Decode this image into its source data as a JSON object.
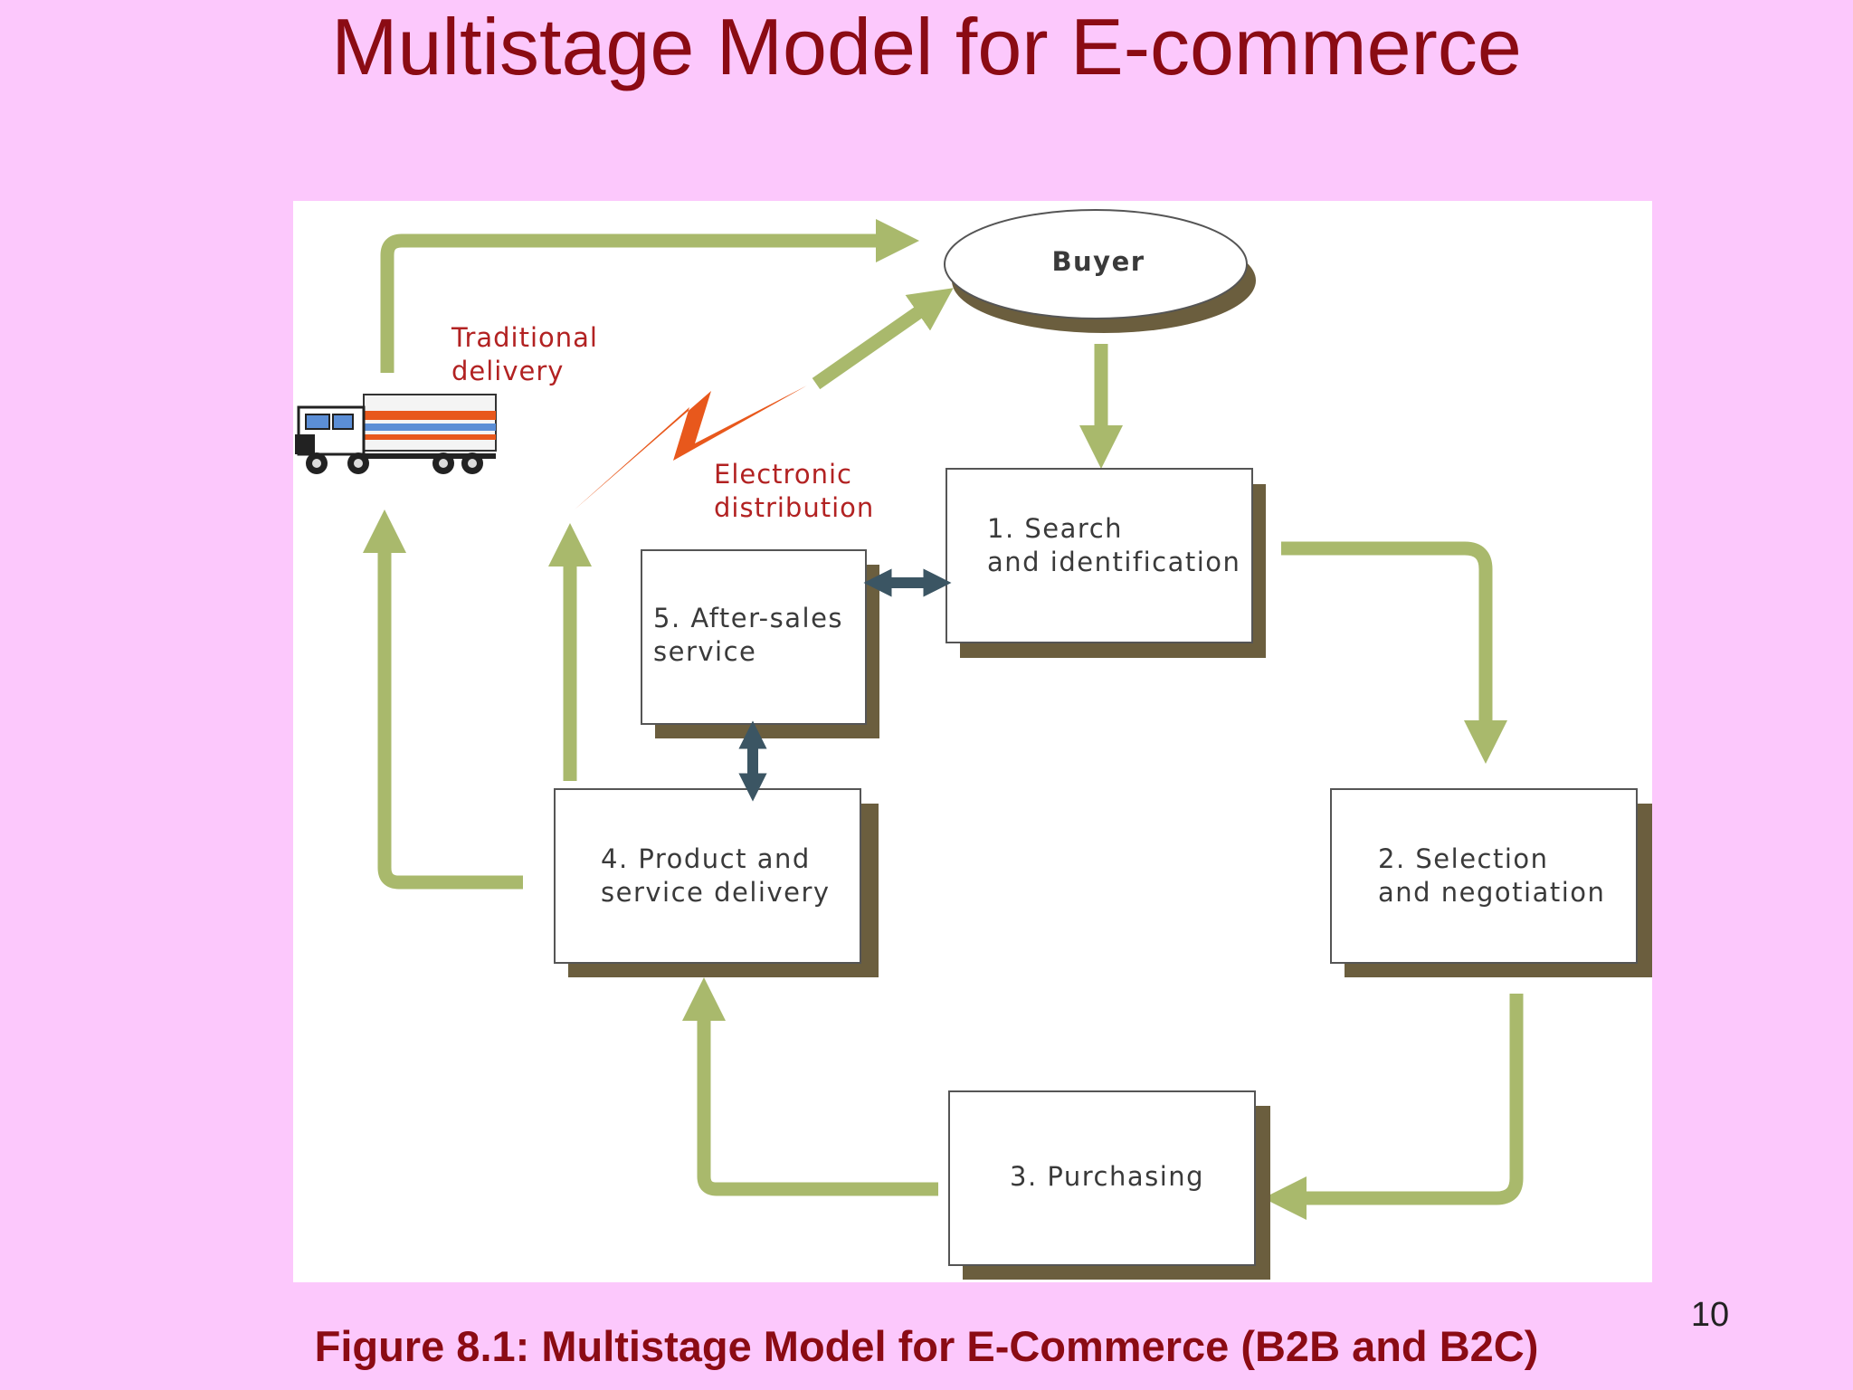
{
  "slide": {
    "title": "Multistage Model for E-commerce",
    "caption": "Figure 8.1: Multistage Model for E-Commerce (B2B and B2C)",
    "page_number": "10"
  },
  "diagram": {
    "buyer": "Buyer",
    "stages": {
      "search": [
        "1. Search",
        "and identification"
      ],
      "selection": [
        "2. Selection",
        "and negotiation"
      ],
      "purchasing": [
        "3. Purchasing"
      ],
      "delivery": [
        "4. Product and",
        "service delivery"
      ],
      "after_sales": [
        "5. After-sales",
        "service"
      ]
    },
    "labels": {
      "traditional": [
        "Traditional",
        "delivery"
      ],
      "electronic": [
        "Electronic",
        "distribution"
      ]
    },
    "colors": {
      "flow_arrow": "#a9b96c",
      "exchange_arrow": "#3b5563",
      "box_shadow": "#6b5e3e",
      "label_red": "#b22222",
      "lightning": "#e8581c"
    }
  }
}
